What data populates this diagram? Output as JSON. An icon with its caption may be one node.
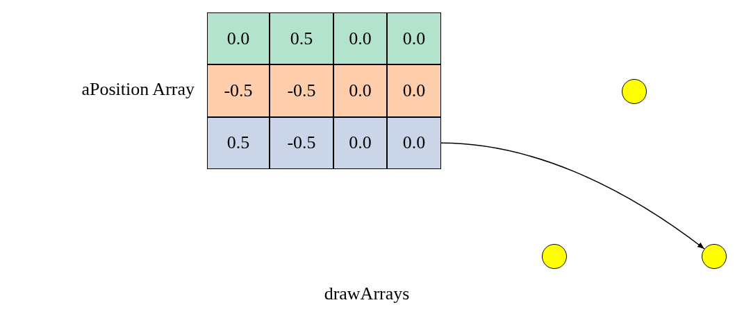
{
  "diagram": {
    "nodes": [
      {
        "text": [
          "aPosition Array"
        ]
      },
      {
        "text": [
          "0.0",
          "0.5",
          "0.0",
          "0.0"
        ],
        "in": 0
      },
      {
        "text": [
          "-0.5",
          "-0.5",
          "0.0",
          "0.0"
        ],
        "in": 0
      },
      {
        "text": [
          "0.5",
          "-0.5",
          "0.0",
          "0.0"
        ],
        "in": 0
      },
      {
        "text": [],
        "shape": "circle"
      },
      {
        "text": [],
        "shape": "circle"
      },
      {
        "text": [],
        "shape": "circle"
      }
    ],
    "edges": [
      {
        "from": 3,
        "to": 6,
        "arrow": "to"
      }
    ],
    "labels": [
      "drawArrays"
    ]
  }
}
